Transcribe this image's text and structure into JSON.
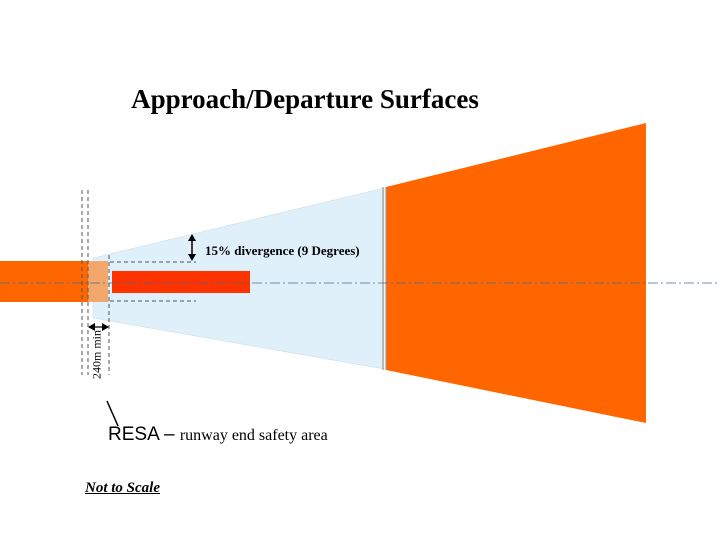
{
  "title": "Approach/Departure Surfaces",
  "divergence_label": "15% divergence (9  Degrees)",
  "dimension_label": "240m min",
  "resa_label": {
    "abbr": "RESA",
    "dash": " – ",
    "text": "runway end safety area"
  },
  "scale_note": "Not to Scale",
  "colors": {
    "runway_orange": "#ff6600",
    "approach_blue": "#dff0fb",
    "resa_tan": "#f4a76a",
    "threshold_red": "#ff3300",
    "gray_line": "#999999"
  }
}
